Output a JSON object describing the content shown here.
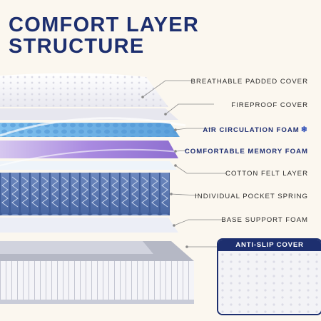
{
  "title": {
    "line1": "COMFORT LAYER",
    "line2": "STRUCTURE"
  },
  "layers": [
    {
      "label": "BREATHABLE PADDED COVER",
      "emphasis": false
    },
    {
      "label": "FIREPROOF COVER",
      "emphasis": false
    },
    {
      "label": "AIR CIRCULATION FOAM",
      "emphasis": true,
      "icon": "snowflake-icon"
    },
    {
      "label": "COMFORTABLE MEMORY FOAM",
      "emphasis": true
    },
    {
      "label": "COTTON FELT LAYER",
      "emphasis": false
    },
    {
      "label": "INDIVIDUAL POCKET SPRING",
      "emphasis": false
    },
    {
      "label": "BASE SUPPORT FOAM",
      "emphasis": false
    }
  ],
  "callout": {
    "title": "ANTI-SLIP COVER"
  },
  "colors": {
    "navy": "#1d2f6f",
    "memory_foam": "#9b7fd6",
    "air_foam": "#6fb3e6",
    "springs": "#5b78b0",
    "background": "#fbf7ef"
  }
}
